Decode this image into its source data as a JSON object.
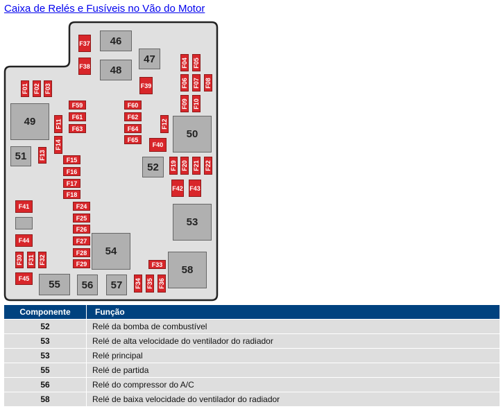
{
  "title": "Caixa de Relés e Fusíveis no Vão do Motor",
  "diagram": {
    "fuses": [
      "F01",
      "F02",
      "F03",
      "F04",
      "F05",
      "F06",
      "F07",
      "F08",
      "F09",
      "F10",
      "F11",
      "F12",
      "F13",
      "F14",
      "F15",
      "F16",
      "F17",
      "F18",
      "F19",
      "F20",
      "F21",
      "F22",
      "F24",
      "F25",
      "F26",
      "F27",
      "F28",
      "F29",
      "F30",
      "F31",
      "F32",
      "F33",
      "F34",
      "F35",
      "F36",
      "F37",
      "F38",
      "F39",
      "F40",
      "F41",
      "F42",
      "F43",
      "F44",
      "F45",
      "F59",
      "F60",
      "F61",
      "F62",
      "F63",
      "F64",
      "F65"
    ],
    "relays": [
      "46",
      "47",
      "48",
      "49",
      "50",
      "51",
      "52",
      "53",
      "54",
      "55",
      "56",
      "57",
      "58"
    ],
    "colors": {
      "fuse": "#d8262a",
      "relay": "#b0b0b0",
      "panel": "#e0e0e0",
      "header": "#00427f"
    }
  },
  "table": {
    "headers": [
      "Componente",
      "Função"
    ],
    "rows": [
      [
        "52",
        "Relé da bomba de combustível"
      ],
      [
        "53",
        "Relé de alta velocidade do ventilador do radiador"
      ],
      [
        "53",
        "Relé principal"
      ],
      [
        "55",
        "Relé de partida"
      ],
      [
        "56",
        "Relé do compressor do A/C"
      ],
      [
        "58",
        "Relé de baixa velocidade do ventilador do radiador"
      ]
    ]
  }
}
